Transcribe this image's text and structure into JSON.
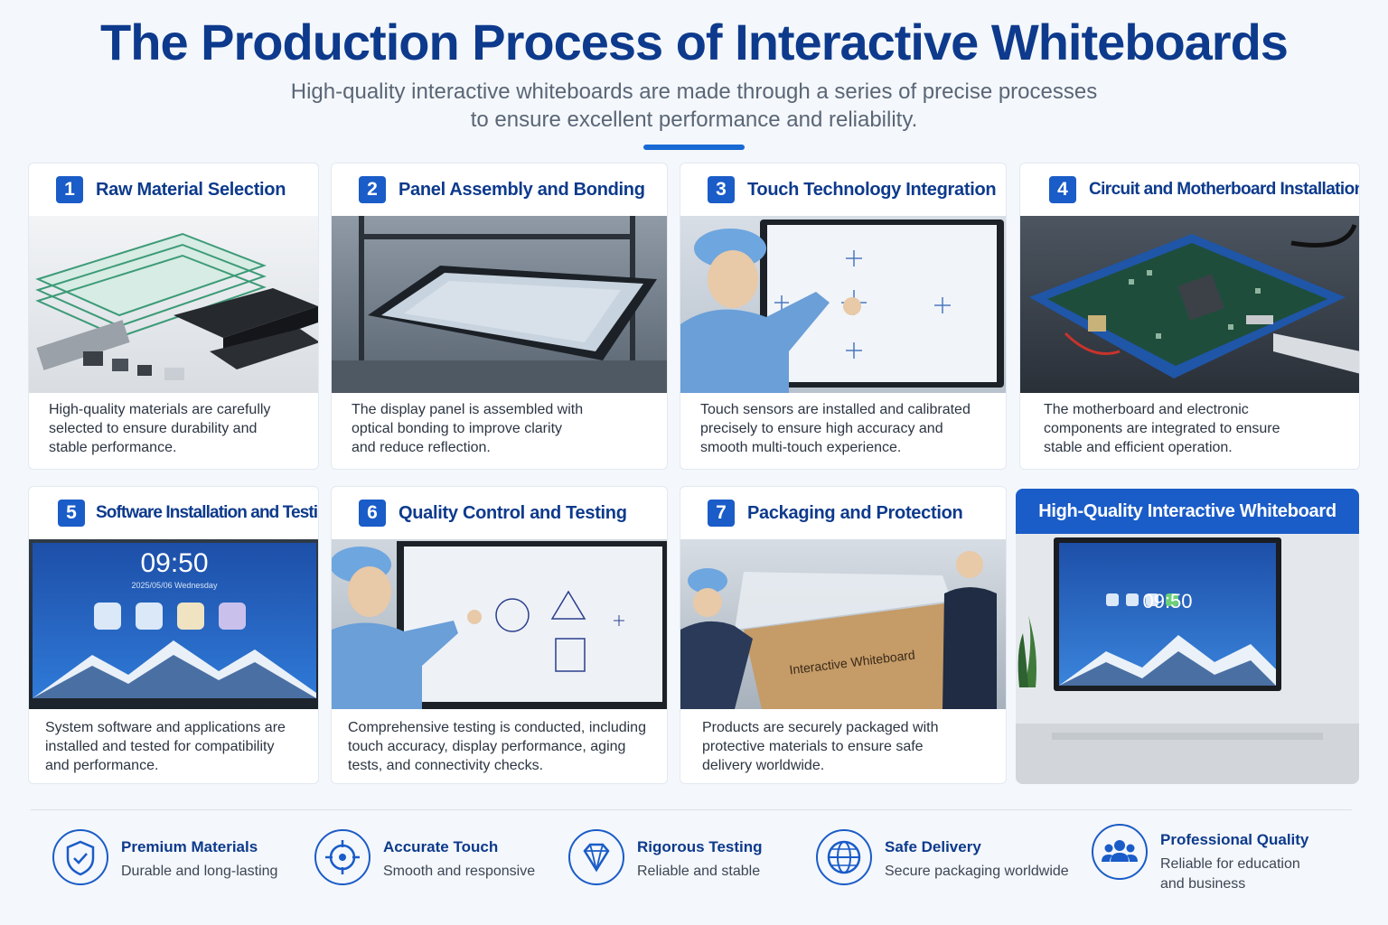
{
  "header": {
    "title": "The Production Process of Interactive Whiteboards",
    "subtitle_line1": "High-quality interactive whiteboards are made through a series of precise processes",
    "subtitle_line2": "to ensure excellent performance and reliability."
  },
  "steps": [
    {
      "num": "1",
      "title": "Raw Material Selection",
      "desc": [
        "High-quality materials are carefully",
        "selected to ensure durability and",
        "stable performance."
      ]
    },
    {
      "num": "2",
      "title": "Panel Assembly and Bonding",
      "desc": [
        "The display panel is assembled with",
        "optical bonding to improve clarity",
        "and reduce reflection."
      ]
    },
    {
      "num": "3",
      "title": "Touch Technology Integration",
      "desc": [
        "Touch sensors are installed and calibrated",
        "precisely to ensure high accuracy and",
        "smooth multi-touch experience."
      ]
    },
    {
      "num": "4",
      "title": "Circuit and Motherboard Installation",
      "desc": [
        "The motherboard and electronic",
        "components are integrated to ensure",
        "stable and efficient operation."
      ]
    },
    {
      "num": "5",
      "title": "Software Installation and Testing",
      "desc": [
        "System software and applications are",
        "installed and tested for compatibility",
        "and performance."
      ]
    },
    {
      "num": "6",
      "title": "Quality Control and Testing",
      "desc": [
        "Comprehensive testing is conducted, including",
        "touch accuracy, display performance, aging",
        "tests, and connectivity checks."
      ]
    },
    {
      "num": "7",
      "title": "Packaging and Protection",
      "desc": [
        "Products are securely packaged with",
        "protective materials to ensure safe",
        "delivery worldwide."
      ]
    }
  ],
  "screens": {
    "software_time": "09:50",
    "software_date": "2025/05/06  Wednesday",
    "highlight_time": "09:50",
    "box_label": "Interactive Whiteboard"
  },
  "highlight": {
    "title": "High-Quality Interactive Whiteboard"
  },
  "features": [
    {
      "icon": "shield-check-icon",
      "title": "Premium Materials",
      "desc": [
        "Durable and long-lasting"
      ]
    },
    {
      "icon": "crosshair-icon",
      "title": "Accurate Touch",
      "desc": [
        "Smooth and responsive"
      ]
    },
    {
      "icon": "diamond-icon",
      "title": "Rigorous Testing",
      "desc": [
        "Reliable and stable"
      ]
    },
    {
      "icon": "globe-icon",
      "title": "Safe Delivery",
      "desc": [
        "Secure packaging worldwide"
      ]
    },
    {
      "icon": "users-icon",
      "title": "Professional Quality",
      "desc": [
        "Reliable for education",
        "and business"
      ]
    }
  ],
  "colors": {
    "primary": "#0d3a8c",
    "accent": "#1a5cc8",
    "background": "#f4f7fb"
  }
}
